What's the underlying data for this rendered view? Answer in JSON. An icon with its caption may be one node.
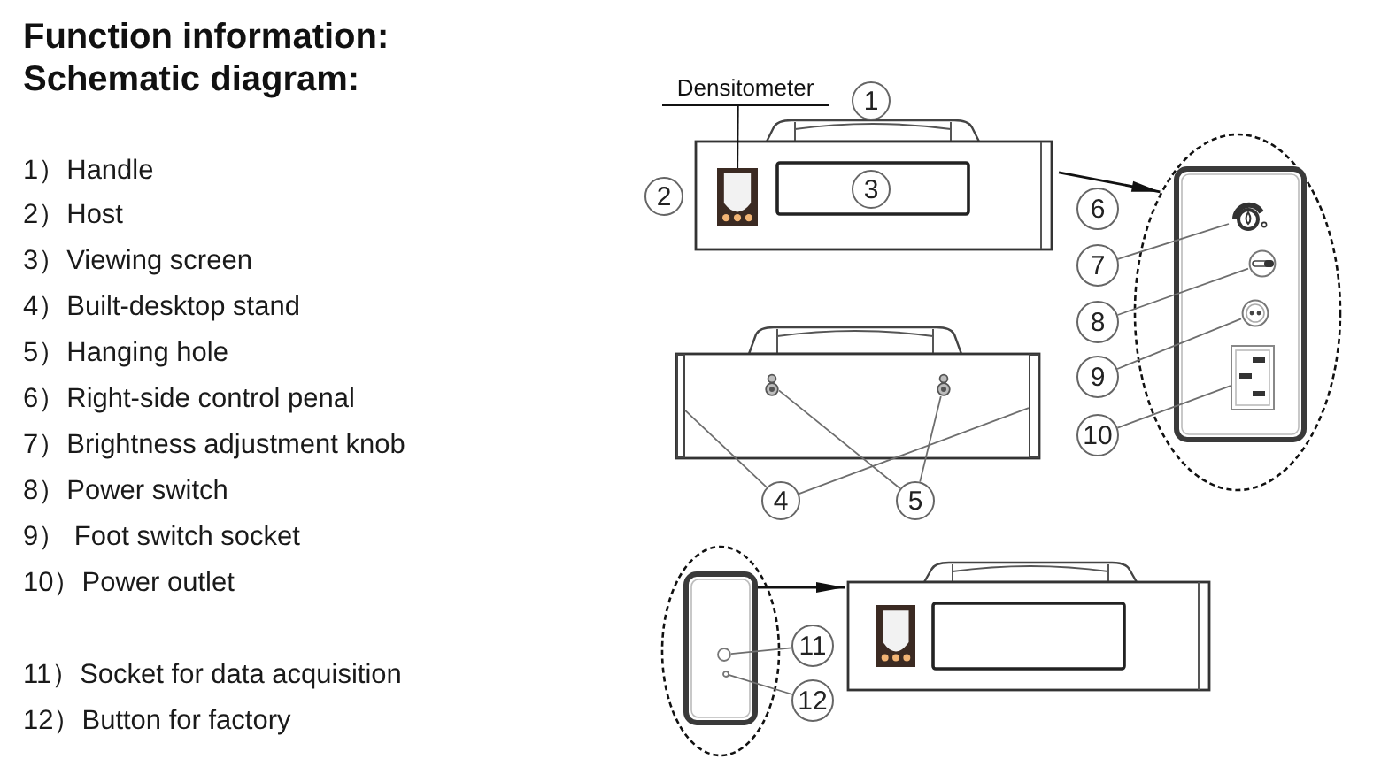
{
  "diagram": {
    "title": "Function information:",
    "nodes": [
      {
        "text": [
          "Densitometer"
        ]
      },
      {
        "text": [
          "1"
        ]
      },
      {
        "text": [],
        "shape": "picture"
      },
      {
        "text": [],
        "shape": "picture",
        "in": 2
      },
      {
        "text": [
          "3"
        ],
        "in": 2
      },
      {
        "text": [
          "2"
        ]
      },
      {
        "text": [],
        "shape": "ellipse"
      },
      {
        "text": [],
        "shape": "box",
        "in": 6
      },
      {
        "text": [],
        "shape": "picture",
        "in": 7
      },
      {
        "text": [],
        "shape": "picture",
        "in": 7
      },
      {
        "text": [],
        "shape": "picture",
        "in": 7
      },
      {
        "text": [],
        "shape": "picture",
        "in": 7
      },
      {
        "text": [
          "6"
        ]
      },
      {
        "text": [
          "7"
        ]
      },
      {
        "text": [
          "8"
        ]
      },
      {
        "text": [
          "9"
        ]
      },
      {
        "text": [
          "10"
        ]
      },
      {
        "text": [],
        "shape": "picture"
      },
      {
        "text": [],
        "shape": "bar",
        "in": 17
      },
      {
        "text": [],
        "shape": "bar",
        "in": 17
      },
      {
        "text": [],
        "shape": "picture",
        "in": 17
      },
      {
        "text": [],
        "shape": "picture",
        "in": 17
      },
      {
        "text": [
          "4"
        ]
      },
      {
        "text": [
          "5"
        ]
      },
      {
        "text": [],
        "shape": "ellipse"
      },
      {
        "text": [],
        "shape": "box",
        "in": 24
      },
      {
        "text": [],
        "shape": "circle",
        "in": 25
      },
      {
        "text": [],
        "shape": "circle",
        "in": 25
      },
      {
        "text": [
          "11"
        ]
      },
      {
        "text": [
          "12"
        ]
      },
      {
        "text": [],
        "shape": "picture"
      }
    ],
    "edges": [
      {
        "from": 0,
        "to": 3,
        "arrow": "none",
        "color": "#111111"
      },
      {
        "from": 2,
        "to": 6,
        "arrow": "to",
        "color": "#111111"
      },
      {
        "from": 13,
        "to": 8,
        "arrow": "none"
      },
      {
        "from": 14,
        "to": 9,
        "arrow": "none"
      },
      {
        "from": 15,
        "to": 10,
        "arrow": "none"
      },
      {
        "from": 16,
        "to": 11,
        "arrow": "none"
      },
      {
        "from": 22,
        "to": 18,
        "arrow": "none"
      },
      {
        "from": 22,
        "to": 19,
        "arrow": "none"
      },
      {
        "from": 23,
        "to": 20,
        "arrow": "none"
      },
      {
        "from": 23,
        "to": 21,
        "arrow": "none"
      },
      {
        "from": 25,
        "to": 30,
        "arrow": "to",
        "color": "#111111"
      },
      {
        "from": 28,
        "to": 26,
        "arrow": "none"
      },
      {
        "from": 29,
        "to": 27,
        "arrow": "none"
      }
    ],
    "labels": [
      "Schematic diagram:",
      "1）Handle",
      "2）Host",
      "3）Viewing screen",
      "4）Built-desktop stand",
      "5）Hanging hole",
      "6）Right-side control penal",
      "7）Brightness adjustment knob",
      "8）Power switch",
      "9） Foot switch socket",
      "10）Power outlet",
      "11）Socket for data acquisition",
      "12）Button for factory"
    ]
  }
}
